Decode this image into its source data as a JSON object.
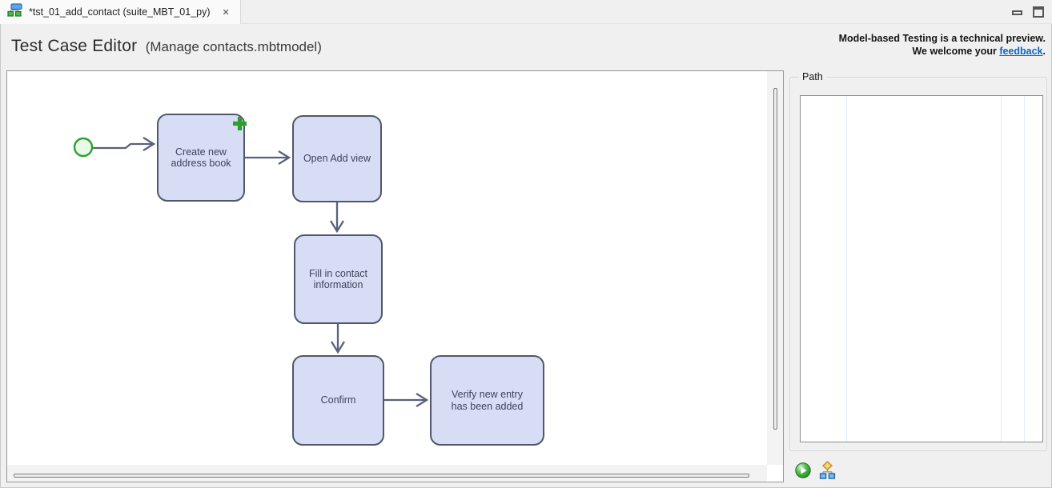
{
  "tab": {
    "label": "*tst_01_add_contact (suite_MBT_01_py)",
    "close_glyph": "✕"
  },
  "header": {
    "title": "Test Case Editor",
    "subtitle": "(Manage contacts.mbtmodel)"
  },
  "notice": {
    "line1": "Model-based Testing is a technical preview.",
    "line2_before": "We welcome your ",
    "link_text": "feedback",
    "line2_after": "."
  },
  "diagram": {
    "start_node": "start",
    "nodes": [
      {
        "id": "create-new-address-book",
        "label": "Create new\naddress book",
        "badge": "plus"
      },
      {
        "id": "open-add-view",
        "label": "Open Add view"
      },
      {
        "id": "fill-in-contact-information",
        "label": "Fill in contact\ninformation"
      },
      {
        "id": "confirm",
        "label": "Confirm"
      },
      {
        "id": "verify-new-entry",
        "label": "Verify new entry\nhas been added"
      }
    ],
    "edges": [
      {
        "from": "start",
        "to": "create-new-address-book"
      },
      {
        "from": "create-new-address-book",
        "to": "open-add-view"
      },
      {
        "from": "open-add-view",
        "to": "fill-in-contact-information"
      },
      {
        "from": "fill-in-contact-information",
        "to": "confirm"
      },
      {
        "from": "confirm",
        "to": "verify-new-entry"
      }
    ]
  },
  "path_panel": {
    "title": "Path",
    "items": []
  },
  "path_actions": {
    "run_icon": "play-icon",
    "model_icon": "model-tree-icon"
  },
  "colors": {
    "node_fill": "#d7ddf5",
    "node_border": "#4f586e",
    "edge": "#59627a",
    "start_fill": "#eafaea",
    "start_border": "#2da12d",
    "plus_green": "#2c9f2c",
    "link": "#0a66c2",
    "path_column_line": "#e4eefb"
  }
}
